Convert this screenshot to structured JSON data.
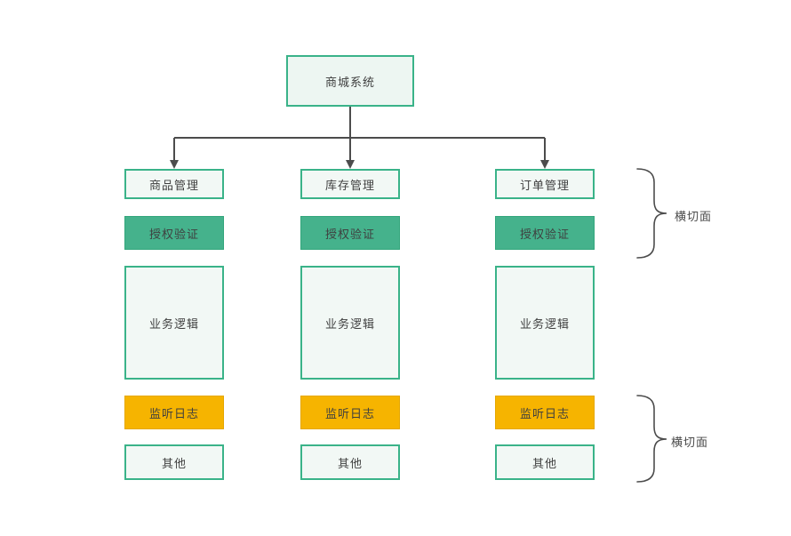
{
  "diagram": {
    "root": {
      "label": "商城系统"
    },
    "columns": [
      {
        "header": "商品管理",
        "auth": "授权验证",
        "logic": "业务逻辑",
        "log": "监听日志",
        "other": "其他"
      },
      {
        "header": "库存管理",
        "auth": "授权验证",
        "logic": "业务逻辑",
        "log": "监听日志",
        "other": "其他"
      },
      {
        "header": "订单管理",
        "auth": "授权验证",
        "logic": "业务逻辑",
        "log": "监听日志",
        "other": "其他"
      }
    ],
    "annotations": [
      {
        "label": "横切面"
      },
      {
        "label": "横切面"
      }
    ],
    "colors": {
      "green_border": "#3ab389",
      "green_fill": "#45b28c",
      "light_fill": "#f2f8f5",
      "yellow_fill": "#f6b400",
      "line": "#4c4c4c",
      "text": "#3f3f3f"
    }
  }
}
